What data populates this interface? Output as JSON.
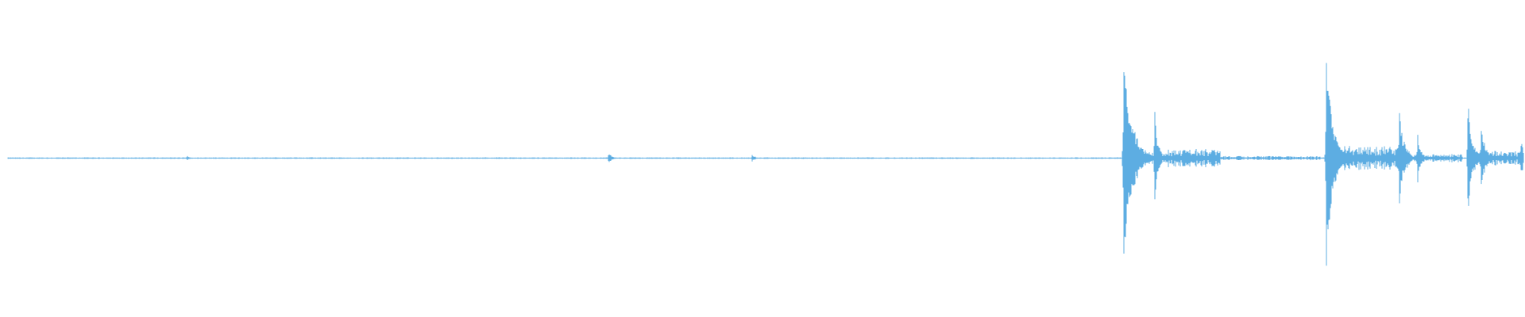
{
  "waveform": {
    "color": "#5dade2",
    "baseline_amplitude": 0.004,
    "duration": 1.0,
    "events": [
      {
        "t": 0.1182,
        "amp": 0.03,
        "decay": 0.001,
        "tail": 0.0
      },
      {
        "t": 0.225,
        "amp": 0.004,
        "decay": 0.001,
        "tail": 0.0
      },
      {
        "t": 0.3963,
        "amp": 0.055,
        "decay": 0.002,
        "tail": 0.0
      },
      {
        "t": 0.491,
        "amp": 0.03,
        "decay": 0.002,
        "tail": 0.0
      },
      {
        "t": 0.736,
        "amp": 0.93,
        "decay": 0.005,
        "tail": 0.04
      },
      {
        "t": 0.7565,
        "amp": 0.43,
        "decay": 0.002,
        "tail": 0.02
      },
      {
        "t": 0.775,
        "amp": 0.07,
        "decay": 0.01,
        "tail": 0.01
      },
      {
        "t": 0.8697,
        "amp": 0.88,
        "decay": 0.004,
        "tail": 0.035
      },
      {
        "t": 0.918,
        "amp": 0.38,
        "decay": 0.003,
        "tail": 0.025
      },
      {
        "t": 0.93,
        "amp": 0.23,
        "decay": 0.002,
        "tail": 0.015
      },
      {
        "t": 0.9632,
        "amp": 0.44,
        "decay": 0.003,
        "tail": 0.02
      },
      {
        "t": 0.972,
        "amp": 0.25,
        "decay": 0.003,
        "tail": 0.015
      },
      {
        "t": 0.9985,
        "amp": 0.26,
        "decay": 0.001,
        "tail": 0.0
      }
    ],
    "noise_segments": [
      {
        "t0": 0.736,
        "t1": 0.8,
        "amp": 0.045
      },
      {
        "t0": 0.8,
        "t1": 0.866,
        "amp": 0.01
      },
      {
        "t0": 0.8697,
        "t1": 0.925,
        "amp": 0.06
      },
      {
        "t0": 0.925,
        "t1": 0.96,
        "amp": 0.02
      },
      {
        "t0": 0.9632,
        "t1": 1.0,
        "amp": 0.035
      }
    ]
  }
}
